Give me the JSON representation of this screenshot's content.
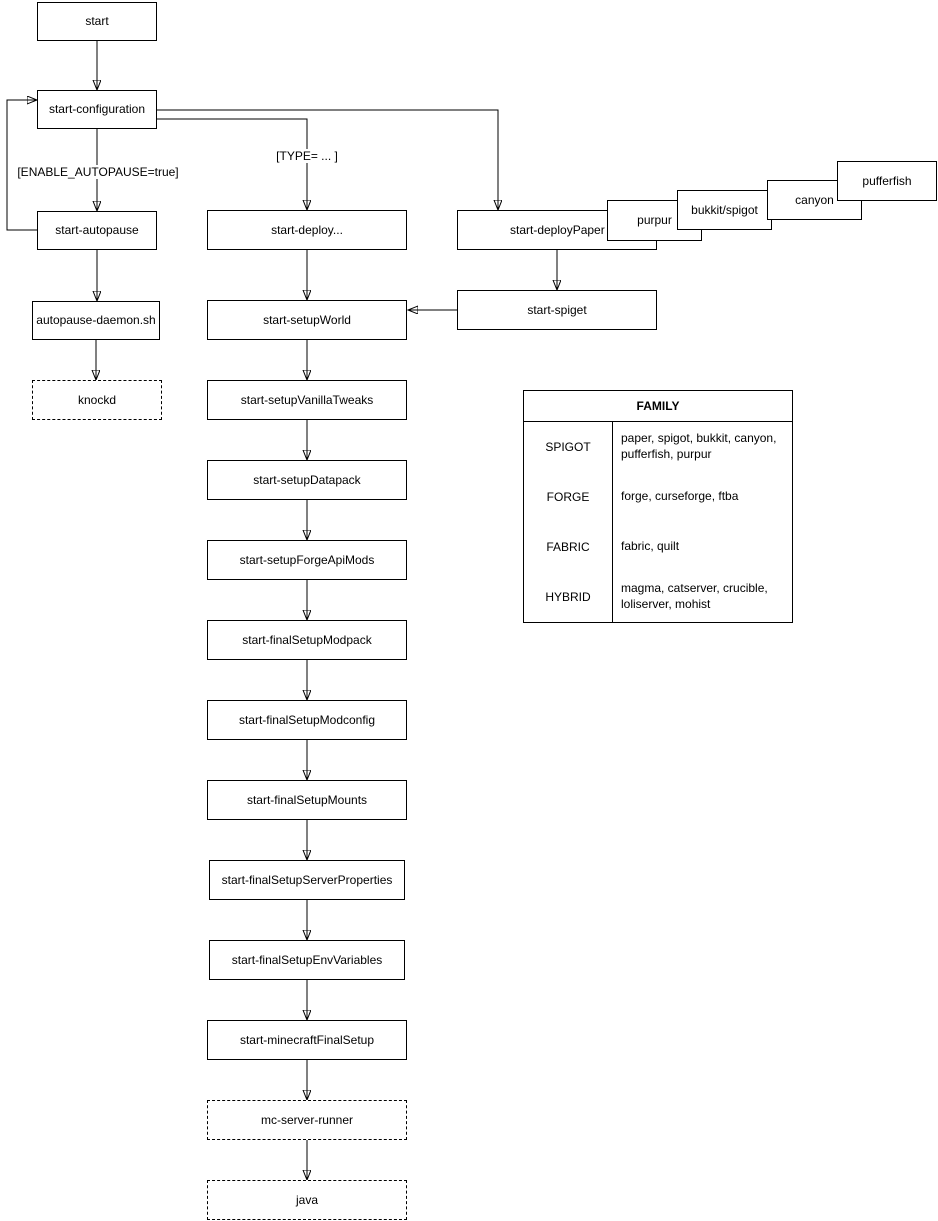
{
  "diagram": {
    "nodes": {
      "start": "start",
      "start_configuration": "start-configuration",
      "start_autopause": "start-autopause",
      "autopause_daemon": "autopause-daemon.sh",
      "knockd": "knockd",
      "start_deploy": "start-deploy...",
      "start_setup_world": "start-setupWorld",
      "start_setup_vanilla_tweaks": "start-setupVanillaTweaks",
      "start_setup_datapack": "start-setupDatapack",
      "start_setup_forge_api_mods": "start-setupForgeApiMods",
      "start_final_setup_modpack": "start-finalSetupModpack",
      "start_final_setup_modconfig": "start-finalSetupModconfig",
      "start_final_setup_mounts": "start-finalSetupMounts",
      "start_final_setup_server_properties": "start-finalSetupServerProperties",
      "start_final_setup_env_variables": "start-finalSetupEnvVariables",
      "start_minecraft_final_setup": "start-minecraftFinalSetup",
      "mc_server_runner": "mc-server-runner",
      "java": "java",
      "start_deploy_paper": "start-deployPaper",
      "purpur": "purpur",
      "bukkit_spigot": "bukkit/spigot",
      "canyon": "canyon",
      "pufferfish": "pufferfish",
      "start_spiget": "start-spiget"
    },
    "edge_labels": {
      "enable_autopause": "[ENABLE_AUTOPAUSE=true]",
      "type": "[TYPE= ... ]"
    },
    "table": {
      "title": "FAMILY",
      "rows": [
        {
          "family": "SPIGOT",
          "members": "paper, spigot, bukkit, canyon, pufferfish, purpur"
        },
        {
          "family": "FORGE",
          "members": "forge, curseforge, ftba"
        },
        {
          "family": "FABRIC",
          "members": "fabric, quilt"
        },
        {
          "family": "HYBRID",
          "members": "magma, catserver, crucible, loliserver, mohist"
        }
      ]
    },
    "colors": {
      "line": "#000000",
      "node_fill": "#ffffff",
      "text": "#000000",
      "background": "#ffffff"
    }
  }
}
